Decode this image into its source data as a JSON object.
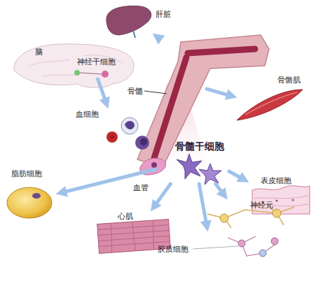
{
  "diagram": {
    "nodes": [
      {
        "text": [
          "肝脏"
        ]
      },
      {
        "text": [
          "脑"
        ]
      },
      {
        "text": [
          "神经干细胞"
        ],
        "in": 1
      },
      {
        "text": [
          "骨髓"
        ]
      },
      {
        "text": [
          "骨骼肌"
        ]
      },
      {
        "text": [
          "血细胞"
        ]
      },
      {
        "text": [
          "骨髓干细胞"
        ]
      },
      {
        "text": [
          "脂肪细胞"
        ]
      },
      {
        "text": [
          "表皮细胞"
        ]
      },
      {
        "text": [
          "心肌"
        ]
      },
      {
        "text": [
          "神经元"
        ]
      },
      {
        "text": [
          "胶质细胞"
        ]
      }
    ],
    "edges": [
      {
        "from": 3,
        "to": 0,
        "arrow": "to"
      },
      {
        "from": 3,
        "to": 4,
        "arrow": "to"
      },
      {
        "from": 2,
        "to": 5,
        "arrow": "to"
      },
      {
        "from": 6,
        "to": 7,
        "arrow": "to"
      },
      {
        "from": 6,
        "to": 8,
        "arrow": "to"
      },
      {
        "from": 6,
        "to": 9,
        "arrow": "to"
      },
      {
        "from": 6,
        "to": 10,
        "arrow": "to"
      },
      {
        "from": 6,
        "to": 11,
        "arrow": "to"
      }
    ],
    "labels": [
      "血管"
    ]
  }
}
